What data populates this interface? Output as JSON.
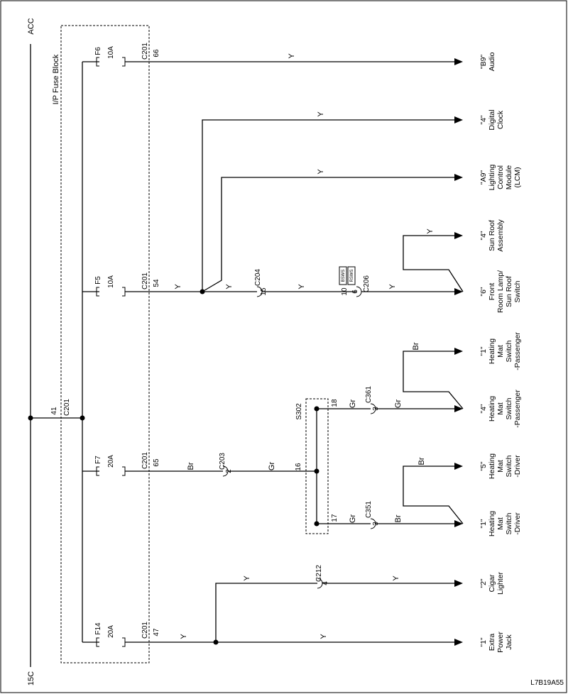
{
  "power": {
    "top": "ACC",
    "bottom": "15C"
  },
  "fuse_block": {
    "title": "I/P Fuse Block",
    "input": {
      "pin": "41",
      "connector": "C201"
    },
    "fuses": [
      {
        "name": "F6",
        "rating": "10A",
        "connector": "C201",
        "pin": "66"
      },
      {
        "name": "F5",
        "rating": "10A",
        "connector": "C201",
        "pin": "54"
      },
      {
        "name": "F7",
        "rating": "20A",
        "connector": "C201",
        "pin": "65"
      },
      {
        "name": "F14",
        "rating": "20A",
        "connector": "C201",
        "pin": "47"
      }
    ]
  },
  "wire_colors": {
    "audio": "Y",
    "clock": "Y",
    "lcm": "Y",
    "f5_a": "Y",
    "f5_b": "Y",
    "f5_c": "Y",
    "sunroof_assy": "Y",
    "roomlamp": "Y",
    "f7": "Br",
    "f7_b": "Gr",
    "s302_top": "Gr",
    "s302_bot": "Gr",
    "pass_a": "Gr",
    "pass_b": "Br",
    "drv_a": "Br",
    "drv_b": "Br",
    "cigar_a": "Y",
    "cigar_b": "Y",
    "f14": "Y",
    "extra": "Y"
  },
  "connectors": {
    "c204": {
      "name": "C204",
      "pin": "15"
    },
    "c206": {
      "name": "C206",
      "pin_in": "10",
      "pin_out": "6",
      "tag_left": "BSWS",
      "tag_right": "RSWS"
    },
    "c203": {
      "name": "C203",
      "pin": "2"
    },
    "c361": {
      "name": "C361",
      "pin": "3"
    },
    "c351": {
      "name": "C351",
      "pin": "3"
    },
    "c212": {
      "name": "C212",
      "pin": "4"
    }
  },
  "splice": {
    "name": "S302",
    "pin_in": "16",
    "pin_top": "18",
    "pin_bottom": "17"
  },
  "destinations": [
    {
      "id": "audio",
      "lines": [
        "\"B9\"",
        "Audio"
      ]
    },
    {
      "id": "clock",
      "lines": [
        "\"4\"",
        "Digital",
        "Clock"
      ]
    },
    {
      "id": "lcm",
      "lines": [
        "\"A9\"",
        "Lighting",
        "Control",
        "Module",
        "(LCM)"
      ]
    },
    {
      "id": "sunroof",
      "lines": [
        "\"4\"",
        "Sun Roof",
        "Assembly"
      ]
    },
    {
      "id": "roomlamp",
      "lines": [
        "\"6\"",
        "Front",
        "Room Lamp/",
        "Sun Roof",
        "Switch"
      ]
    },
    {
      "id": "hm_pass1",
      "lines": [
        "\"1\"",
        "Heating",
        "Mat",
        "Switch",
        "-Passenger"
      ]
    },
    {
      "id": "hm_pass4",
      "lines": [
        "\"4\"",
        "Heating",
        "Mat",
        "Switch",
        "-Passenger"
      ]
    },
    {
      "id": "hm_drv5",
      "lines": [
        "\"5\"",
        "Heating",
        "Mat",
        "Switch",
        "-Driver"
      ]
    },
    {
      "id": "hm_drv1",
      "lines": [
        "\"1\"",
        "Heating",
        "Mat",
        "Switch",
        "-Driver"
      ]
    },
    {
      "id": "cigar",
      "lines": [
        "\"2\"",
        "Cigar",
        "Lighter"
      ]
    },
    {
      "id": "extra",
      "lines": [
        "\"1\"",
        "Extra",
        "Power",
        "Jack"
      ]
    }
  ],
  "figure_code": "L7B19A55"
}
